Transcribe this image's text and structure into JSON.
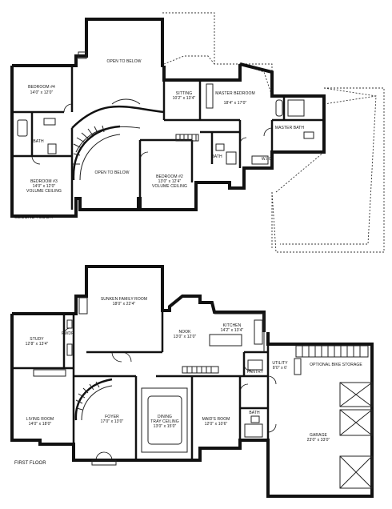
{
  "second_floor": {
    "caption": "SECOND FLOOR",
    "rooms": {
      "open_above_top": "OPEN TO BELOW",
      "bedroom4": "BEDROOM #4",
      "bedroom4_size": "14'0\" x 12'0\"",
      "bedroom3": "BEDROOM #3",
      "bedroom3_size": "14'0\" x 12'0\"",
      "bedroom3_note": "VOLUME CEILING",
      "bath1": "BATH",
      "open_below": "OPEN TO BELOW",
      "bedroom2": "BEDROOM #2",
      "bedroom2_size": "13'0\" x 12'4\"",
      "bedroom2_note": "VOLUME CEILING",
      "bath2": "BATH",
      "sitting": "SITTING",
      "sitting_size": "10'2\" x 13'4\"",
      "master_bedroom": "MASTER BEDROOM",
      "master_size": "18'4\" x 17'0\"",
      "master_bath": "MASTER BATH",
      "wic": "W.I.C."
    }
  },
  "first_floor": {
    "caption": "FIRST FLOOR",
    "rooms": {
      "family_room": "SUNKEN FAMILY ROOM",
      "family_size": "18'0\" x 22'4\"",
      "study": "STUDY",
      "study_size": "12'8\" x 13'4\"",
      "powder": "PWDR",
      "nook": "NOOK",
      "nook_size": "13'0\" x 12'0\"",
      "kitchen": "KITCHEN",
      "kitchen_size": "14'2\" x 13'4\"",
      "pantry": "PANTRY",
      "utility": "UTILITY",
      "utility_size": "8'0\" x 6'",
      "living_room": "LIVING ROOM",
      "living_size": "14'0\" x 18'0\"",
      "foyer": "FOYER",
      "foyer_size": "17'0\" x 13'0\"",
      "dining": "DINING",
      "dining_note": "TRAY CEILING",
      "dining_size": "13'0\" x 15'0\"",
      "maids_room": "MAID'S ROOM",
      "maids_size": "12'0\" x 10'6\"",
      "bath": "BATH",
      "garage": "GARAGE",
      "garage_size": "23'0\" x 33'0\"",
      "storage": "OPTIONAL BIKE STORAGE"
    }
  }
}
